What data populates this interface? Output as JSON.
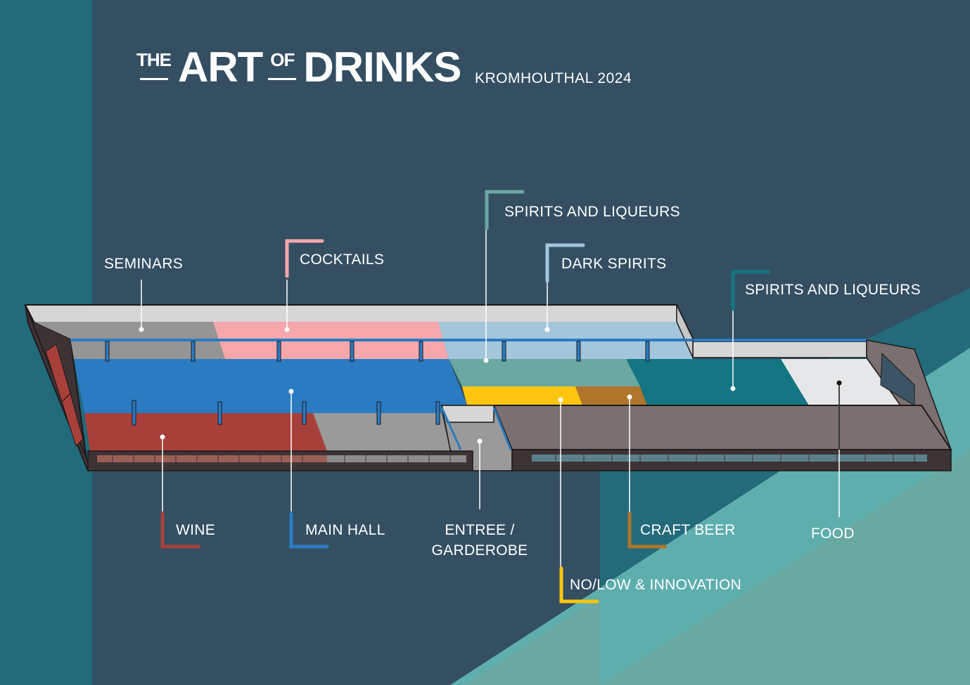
{
  "header": {
    "title_the": "THE",
    "title_art": "ART",
    "title_of": "OF",
    "title_drinks": "DRINKS",
    "subtitle": "KROMHOUTHAL 2024"
  },
  "colors": {
    "background": "#344f62",
    "left_band": "#216a7a",
    "seminars": "#959595",
    "cocktails": "#f5a7ac",
    "dark_spirits": "#a3c6db",
    "spirits_liqueurs_1": "#6aa8a1",
    "spirits_liqueurs_2": "#137682",
    "main_hall": "#2a7bc2",
    "wine": "#a8403a",
    "no_low": "#fdc50f",
    "craft_beer": "#b0762b",
    "food": "#e6e7e9",
    "entree": "#9a9a9a",
    "roof": "#7a7070",
    "wall": "#3e3334"
  },
  "zones": [
    {
      "id": "seminars",
      "label": "SEMINARS",
      "color": "#959595"
    },
    {
      "id": "cocktails",
      "label": "COCKTAILS",
      "color": "#f5a7ac"
    },
    {
      "id": "spirits-liqueurs-1",
      "label": "SPIRITS AND LIQUEURS",
      "color": "#6aa8a1"
    },
    {
      "id": "dark-spirits",
      "label": "DARK SPIRITS",
      "color": "#a3c6db"
    },
    {
      "id": "spirits-liqueurs-2",
      "label": "SPIRITS AND LIQUEURS",
      "color": "#137682"
    },
    {
      "id": "wine",
      "label": "WINE",
      "color": "#a8403a"
    },
    {
      "id": "main-hall",
      "label": "MAIN HALL",
      "color": "#2a7bc2"
    },
    {
      "id": "entree",
      "label_line1": "ENTREE /",
      "label_line2": "GARDEROBE",
      "color": "#9a9a9a"
    },
    {
      "id": "no-low",
      "label": "NO/LOW & INNOVATION",
      "color": "#fdc50f"
    },
    {
      "id": "craft-beer",
      "label": "CRAFT BEER",
      "color": "#b0762b"
    },
    {
      "id": "food",
      "label": "FOOD",
      "color": "#e6e7e9"
    }
  ]
}
